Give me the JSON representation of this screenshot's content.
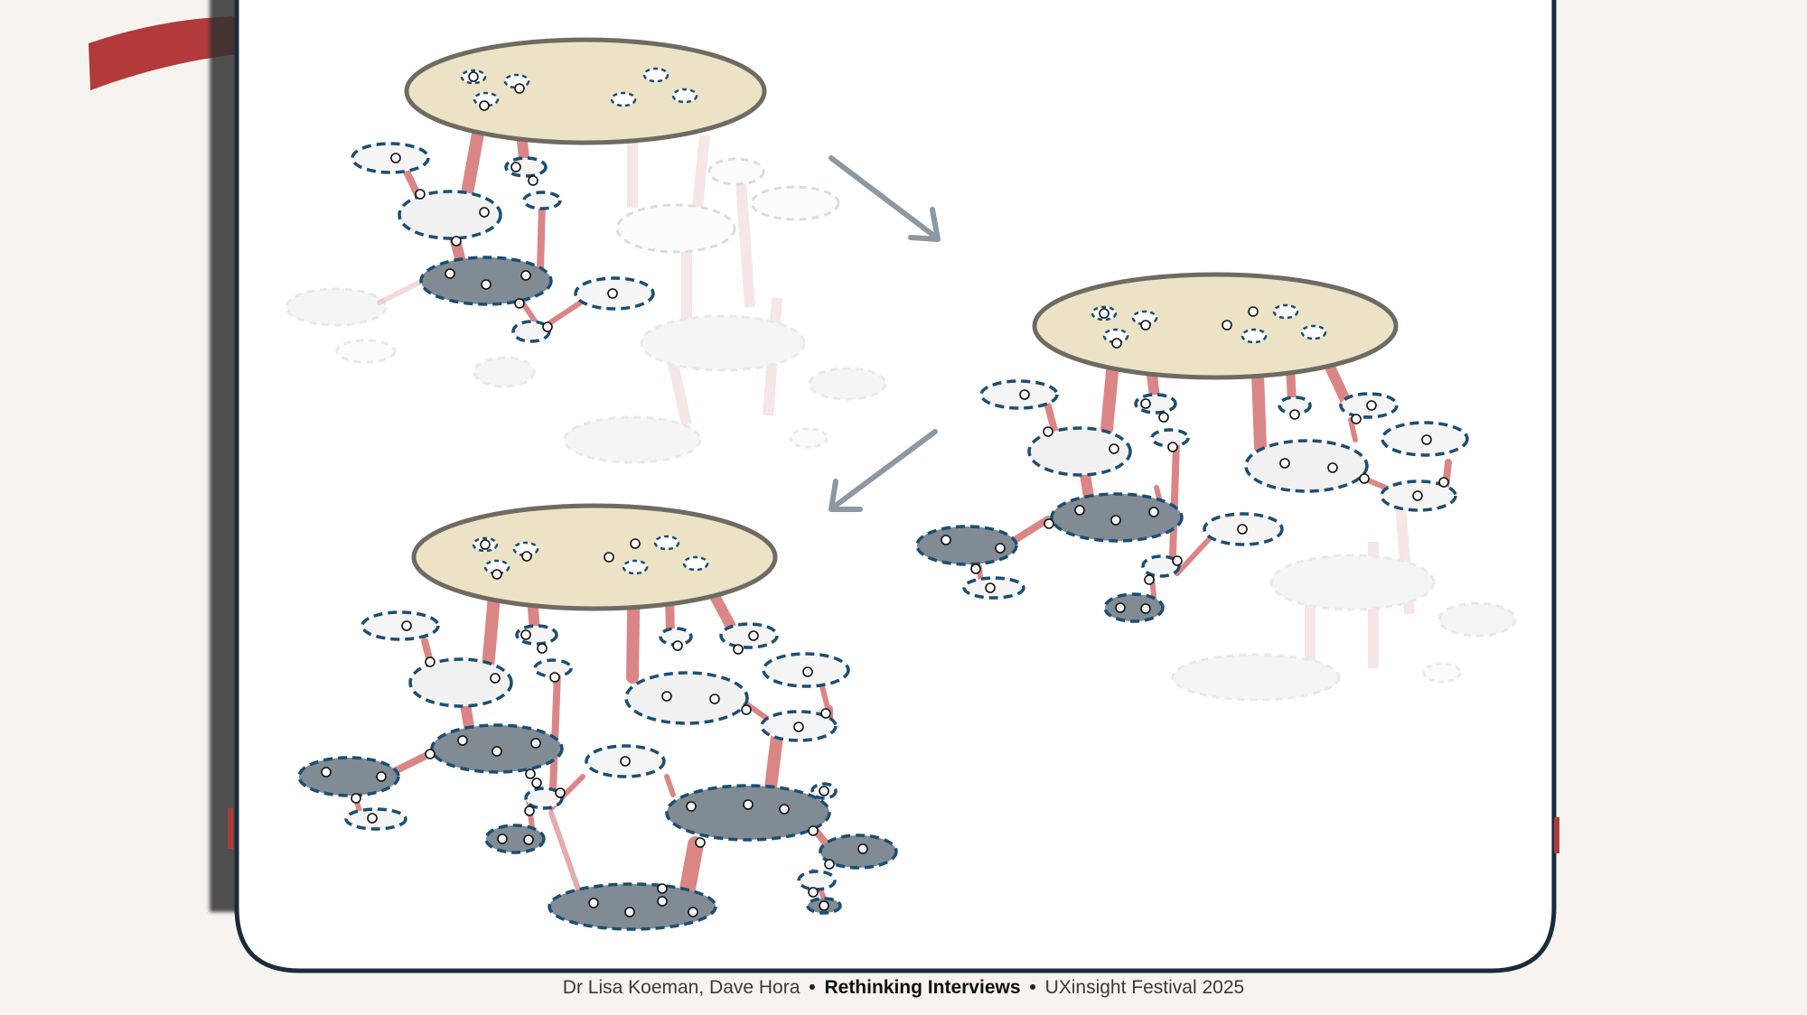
{
  "footer": {
    "authors": "Dr Lisa Koeman, Dave Hora",
    "separator": "•",
    "talk": "Rethinking Interviews",
    "event": "UXinsight Festival 2025"
  },
  "colors": {
    "background": "#f7f4ef",
    "frame_stroke": "#1a2b3c",
    "ribbon": "#b23a3a",
    "surface_fill": "#ece2c6",
    "node_stroke": "#1c4e73",
    "node_grey": "#808b94",
    "node_light": "#f1f1f1",
    "link": "#d87a7a",
    "arrow": "#8c98a2"
  },
  "diagram": {
    "stages": [
      {
        "id": "stage-1",
        "state": "initial"
      },
      {
        "id": "stage-2",
        "state": "growing"
      },
      {
        "id": "stage-3",
        "state": "expanded"
      }
    ],
    "arrows": [
      "stage-1-to-stage-2",
      "stage-2-to-stage-3"
    ]
  }
}
